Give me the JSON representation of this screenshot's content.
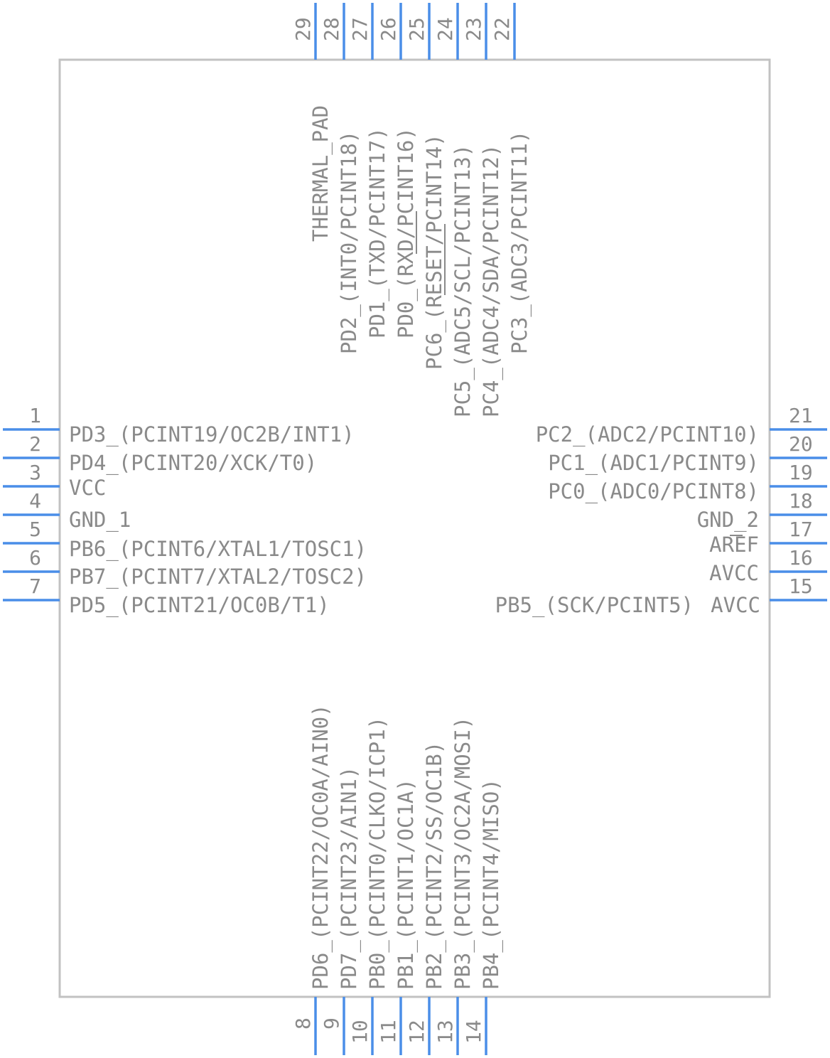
{
  "colors": {
    "pin": "#4a8ee8",
    "body_outline": "#c2c2c2",
    "text": "#8a8a8a",
    "background": "#ffffff"
  },
  "pins": {
    "left": [
      {
        "number": "1",
        "name": "PD3_(PCINT19/OC2B/INT1)"
      },
      {
        "number": "2",
        "name": "PD4_(PCINT20/XCK/T0)"
      },
      {
        "number": "3",
        "name": "VCC"
      },
      {
        "number": "4",
        "name": "GND_1"
      },
      {
        "number": "5",
        "name": "PB6_(PCINT6/XTAL1/TOSC1)"
      },
      {
        "number": "6",
        "name": "PB7_(PCINT7/XTAL2/TOSC2)"
      },
      {
        "number": "7",
        "name": "PD5_(PCINT21/OC0B/T1)"
      }
    ],
    "bottom": [
      {
        "number": "8",
        "name": "PD6_(PCINT22/OC0A/AIN0)"
      },
      {
        "number": "9",
        "name": "PD7_(PCINT23/AIN1)"
      },
      {
        "number": "10",
        "name": "PB0_(PCINT0/CLKO/ICP1)"
      },
      {
        "number": "11",
        "name": "PB1_(PCINT1/OC1A)"
      },
      {
        "number": "12",
        "name": "PB2_(PCINT2/SS/OC1B)"
      },
      {
        "number": "13",
        "name": "PB3_(PCINT3/OC2A/MOSI)"
      },
      {
        "number": "14",
        "name": "PB4_(PCINT4/MISO)"
      }
    ],
    "right": [
      {
        "number": "15",
        "name": "AVCC"
      },
      {
        "number": "16",
        "name": "AVCC"
      },
      {
        "number": "17",
        "name": "AREF"
      },
      {
        "number": "18",
        "name": "GND_2"
      },
      {
        "number": "19",
        "name": "PC0_(ADC0/PCINT8)"
      },
      {
        "number": "20",
        "name": "PC1_(ADC1/PCINT9)"
      },
      {
        "number": "21",
        "name": "PC2_(ADC2/PCINT10)"
      }
    ],
    "top": [
      {
        "number": "22",
        "name": "PC3_(ADC3/PCINT11)"
      },
      {
        "number": "23",
        "name": "PC4_(ADC4/SDA/PCINT12)"
      },
      {
        "number": "24",
        "name": "PC5_(ADC5/SCL/PCINT13)"
      },
      {
        "number": "25",
        "name": "PC6_(RESET/PCINT14)"
      },
      {
        "number": "26",
        "name": "PD0_(RXD/PCINT16)"
      },
      {
        "number": "27",
        "name": "PD1_(TXD/PCINT17)"
      },
      {
        "number": "28",
        "name": "PD2_(INT0/PCINT18)"
      },
      {
        "number": "29",
        "name": "THERMAL_PAD"
      }
    ],
    "extra_labels": [
      {
        "name": "PB5_(SCK/PCINT5)"
      }
    ]
  }
}
